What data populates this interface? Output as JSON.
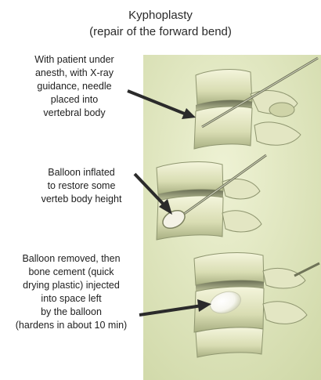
{
  "title": {
    "line1": "Kyphoplasty",
    "line2": "(repair of the forward bend)"
  },
  "steps": [
    {
      "lines": [
        "With patient under",
        "anesth, with X-ray",
        "guidance, needle",
        "placed into",
        "vertebral body"
      ]
    },
    {
      "lines": [
        "Balloon inflated",
        "to restore some",
        "verteb body height"
      ]
    },
    {
      "lines": [
        "Balloon removed, then",
        "bone cement (quick",
        "drying plastic) injected",
        "into space left",
        "by the balloon",
        "(hardens in about 10 min)"
      ]
    }
  ],
  "colors": {
    "background_panel": "#dfe6bf",
    "bone": "#eef0cf",
    "bone_shadow": "#9aa277",
    "arrow": "#2b2b2b",
    "balloon": "#f4f2e6",
    "cement": "#ffffff"
  }
}
